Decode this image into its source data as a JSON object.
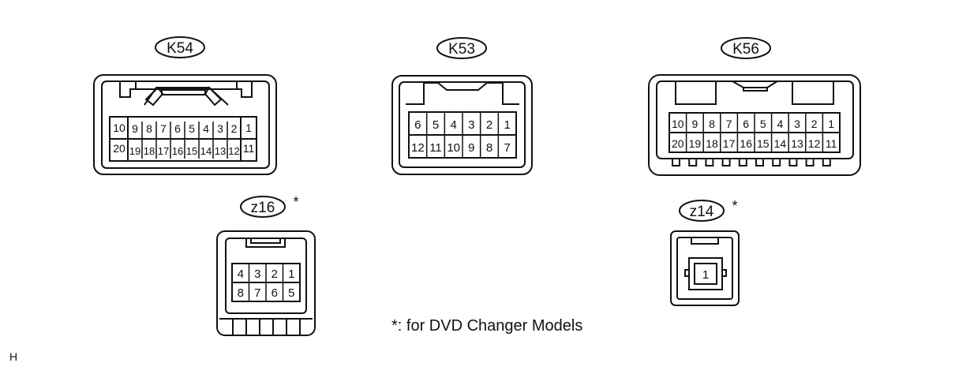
{
  "connectors": {
    "k54": {
      "label": "K54",
      "pins": [
        "10",
        "9",
        "8",
        "7",
        "6",
        "5",
        "4",
        "3",
        "2",
        "1",
        "20",
        "19",
        "18",
        "17",
        "16",
        "15",
        "14",
        "13",
        "12",
        "11"
      ]
    },
    "k53": {
      "label": "K53",
      "pins": [
        "6",
        "5",
        "4",
        "3",
        "2",
        "1",
        "12",
        "11",
        "10",
        "9",
        "8",
        "7"
      ]
    },
    "k56": {
      "label": "K56",
      "pins": [
        "10",
        "9",
        "8",
        "7",
        "6",
        "5",
        "4",
        "3",
        "2",
        "1",
        "20",
        "19",
        "18",
        "17",
        "16",
        "15",
        "14",
        "13",
        "12",
        "11"
      ]
    },
    "z16": {
      "label": "z16",
      "mark": "*",
      "pins": [
        "4",
        "3",
        "2",
        "1",
        "8",
        "7",
        "6",
        "5"
      ]
    },
    "z14": {
      "label": "z14",
      "mark": "*",
      "pins": [
        "1"
      ]
    }
  },
  "note": "*: for DVD Changer Models",
  "figure_id": "H",
  "colors": {
    "line": "#111111",
    "background": "#ffffff"
  }
}
